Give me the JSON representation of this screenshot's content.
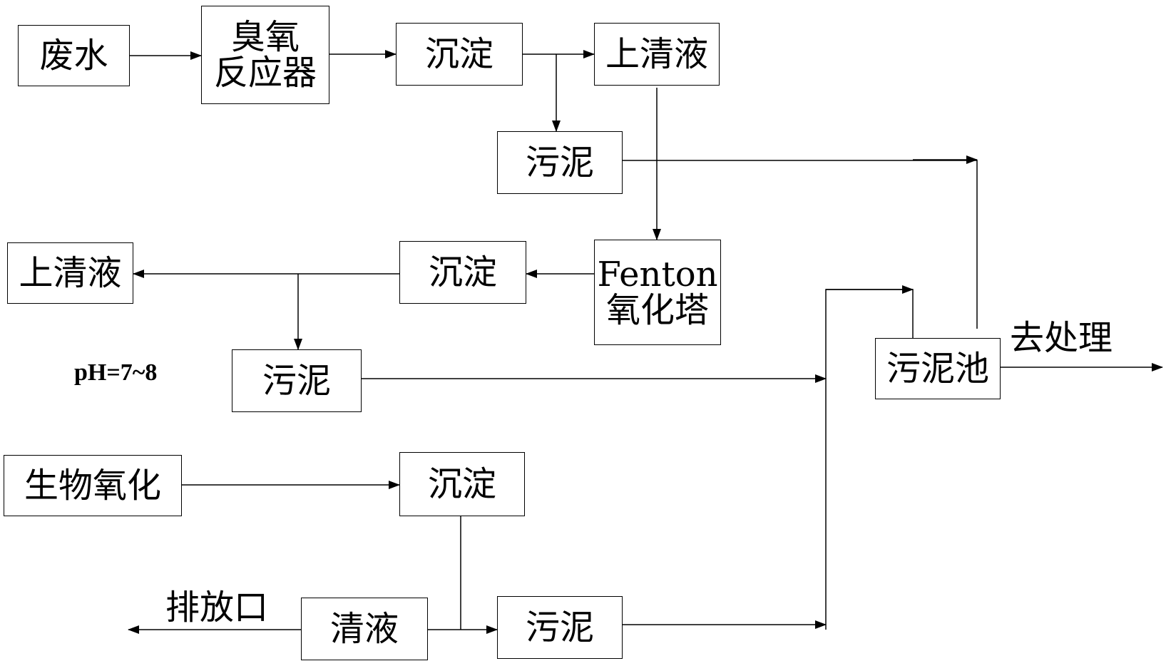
{
  "nodes": {
    "wastewater": "废水",
    "ozone_reactor": [
      "臭氧",
      "反应器"
    ],
    "settling_1": "沉淀",
    "supernatant_1": "上清液",
    "sludge_1": "污泥",
    "fenton_tower": [
      "Fenton",
      "氧化塔"
    ],
    "settling_2": "沉淀",
    "supernatant_2": "上清液",
    "sludge_2": "污泥",
    "bio_oxidation": "生物氧化",
    "settling_3": "沉淀",
    "clear_liquid": "清液",
    "sludge_3": "污泥",
    "sludge_tank": "污泥池"
  },
  "labels": {
    "ph": "pH=7~8",
    "to_treatment": "去处理",
    "outlet": "排放口"
  },
  "colors": {
    "line": "#000000",
    "background": "#ffffff"
  }
}
